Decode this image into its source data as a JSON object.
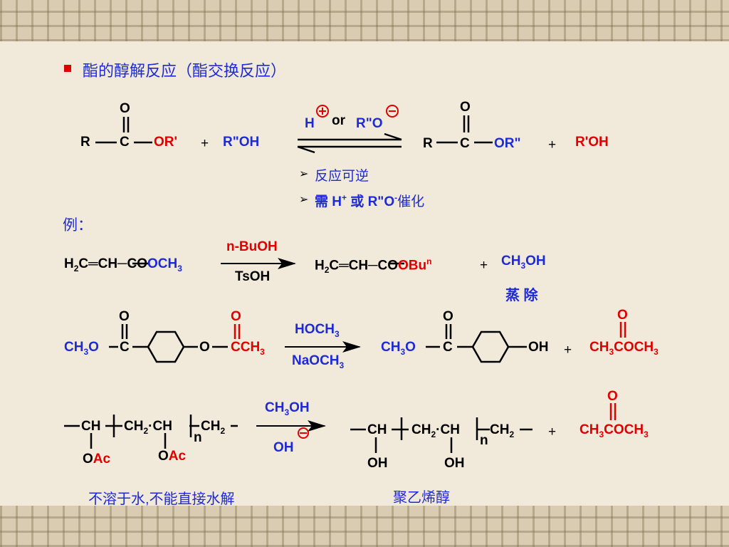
{
  "title": "酯的醇解反应（酯交换反应）",
  "general": {
    "O_top_left": "O",
    "R": "R",
    "C": "C",
    "ORp": "OR'",
    "plus": "+",
    "RppOH": "R\"OH",
    "catalyst_H": "H",
    "catalyst_or": "or",
    "catalyst_RO": "R\"O",
    "O_top_right": "O",
    "R2": "R",
    "C2": "C",
    "ORpp": "OR\"",
    "plus2": "+",
    "RpOH": "R'OH"
  },
  "notes": [
    {
      "text": "反应可逆"
    },
    {
      "text_a": "需 H",
      "text_b": "+",
      "text_c": " 或 R\"O",
      "text_d": "-",
      "text_e": "催化"
    }
  ],
  "example_label": "例：",
  "ex1": {
    "left_a": "H",
    "left_b": "2",
    "left_c": "C═CH─CO",
    "left_d": "OCH",
    "left_e": "3",
    "reagent_top": "n-BuOH",
    "reagent_bottom": "TsOH",
    "right_a": "H",
    "right_b": "2",
    "right_c": "C═CH─CO",
    "right_d": "OBu",
    "right_e": "n",
    "plus": "+",
    "byproduct_a": "CH",
    "byproduct_b": "3",
    "byproduct_c": "OH",
    "note": "蒸 除"
  },
  "ex2": {
    "left_methoxy_a": "CH",
    "left_methoxy_b": "3",
    "left_methoxy_c": "O",
    "left_C": "C",
    "left_O_top": "O",
    "left_O_link": "O",
    "left_acyl_O": "O",
    "left_acyl_a": "CCH",
    "left_acyl_b": "3",
    "reagent_top_a": "HOCH",
    "reagent_top_b": "3",
    "reagent_bottom_a": "NaOCH",
    "reagent_bottom_b": "3",
    "right_methoxy_a": "CH",
    "right_methoxy_b": "3",
    "right_methoxy_c": "O",
    "right_C": "C",
    "right_O_top": "O",
    "right_OH": "OH",
    "plus": "+",
    "prod_O": "O",
    "prod_a": "CH",
    "prod_b": "3",
    "prod_c": "COCH",
    "prod_d": "3"
  },
  "ex3": {
    "left_ch": "CH",
    "left_ch2_a": "CH",
    "left_ch2_b": "2",
    "left_ch2_c": "·CH",
    "left_ch2end_a": "CH",
    "left_ch2end_b": "2",
    "left_n": "n",
    "left_oac1_a": "O",
    "left_oac1_b": "Ac",
    "left_oac2_a": "O",
    "left_oac2_b": "Ac",
    "reagent_top_a": "CH",
    "reagent_top_b": "3",
    "reagent_top_c": "OH",
    "reagent_bottom": "OH",
    "right_ch": "CH",
    "right_ch2_a": "CH",
    "right_ch2_b": "2",
    "right_ch2_c": "·CH",
    "right_ch2end_a": "CH",
    "right_ch2end_b": "2",
    "right_n": "n",
    "right_oh1": "OH",
    "right_oh2": "OH",
    "plus": "+",
    "prod_O": "O",
    "prod_a": "CH",
    "prod_b": "3",
    "prod_c": "COCH",
    "prod_d": "3",
    "note_left": "不溶于水,不能直接水解",
    "note_right": "聚乙烯醇"
  },
  "colors": {
    "accent_red": "#e00000",
    "accent_blue": "#1e2ad6"
  }
}
